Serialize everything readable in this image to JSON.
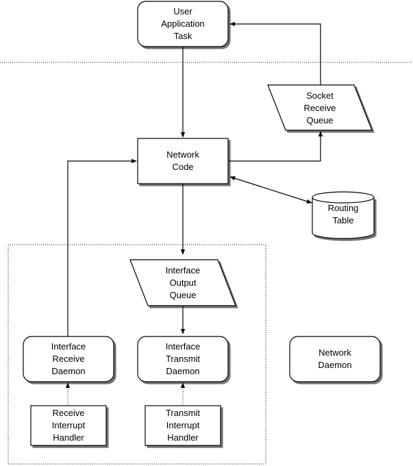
{
  "nodes": {
    "user_app": [
      "User",
      "Application",
      "Task"
    ],
    "socket_queue": [
      "Socket",
      "Receive",
      "Queue"
    ],
    "network_code": [
      "Network",
      "Code"
    ],
    "routing_table": [
      "Routing",
      "Table"
    ],
    "iface_output_queue": [
      "Interface",
      "Output",
      "Queue"
    ],
    "iface_receive_daemon": [
      "Interface",
      "Receive",
      "Daemon"
    ],
    "iface_transmit_daemon": [
      "Interface",
      "Transmit",
      "Daemon"
    ],
    "network_daemon": [
      "Network",
      "Daemon"
    ],
    "receive_handler": [
      "Receive",
      "Interrupt",
      "Handler"
    ],
    "transmit_handler": [
      "Transmit",
      "Interrupt",
      "Handler"
    ]
  }
}
